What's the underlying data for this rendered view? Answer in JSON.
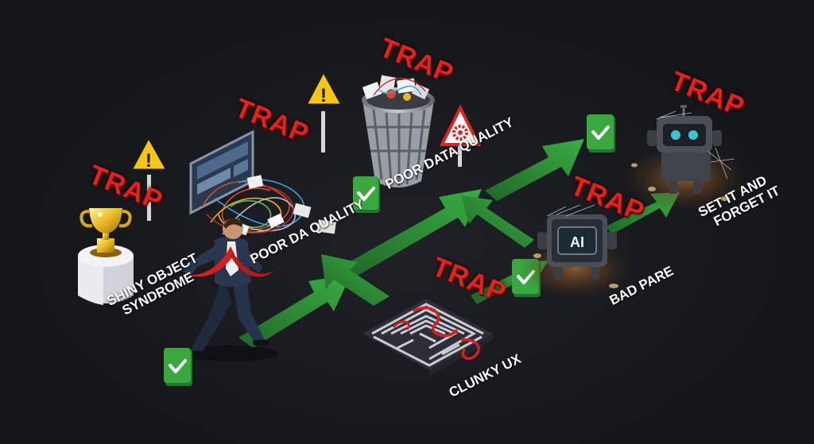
{
  "trap_word": "TRAP",
  "labels": {
    "shiny": [
      "SHINY OBJECT",
      "SYNDROME"
    ],
    "poor_da": "POOR DA QUALITY",
    "poor_data": "POOR DATA QUALITY",
    "clunky": "CLUNKY UX",
    "bad_pare": "BAD PARE",
    "set_it": [
      "SET IT AND",
      "FORGET IT"
    ]
  },
  "robot_screen_text": "AI",
  "colors": {
    "background": "#17181c",
    "trap_red": "#e3231b",
    "path_green": "#2f9e3a",
    "check_green": "#39a83f",
    "warning_yellow": "#f5c518",
    "trophy_gold": "#e8b923"
  },
  "icons": [
    "trophy-icon",
    "warning-sign-icon",
    "checkmark-icon",
    "robot-icon",
    "maze-icon",
    "trash-can-icon",
    "monitor-icon",
    "businessman-figure"
  ]
}
